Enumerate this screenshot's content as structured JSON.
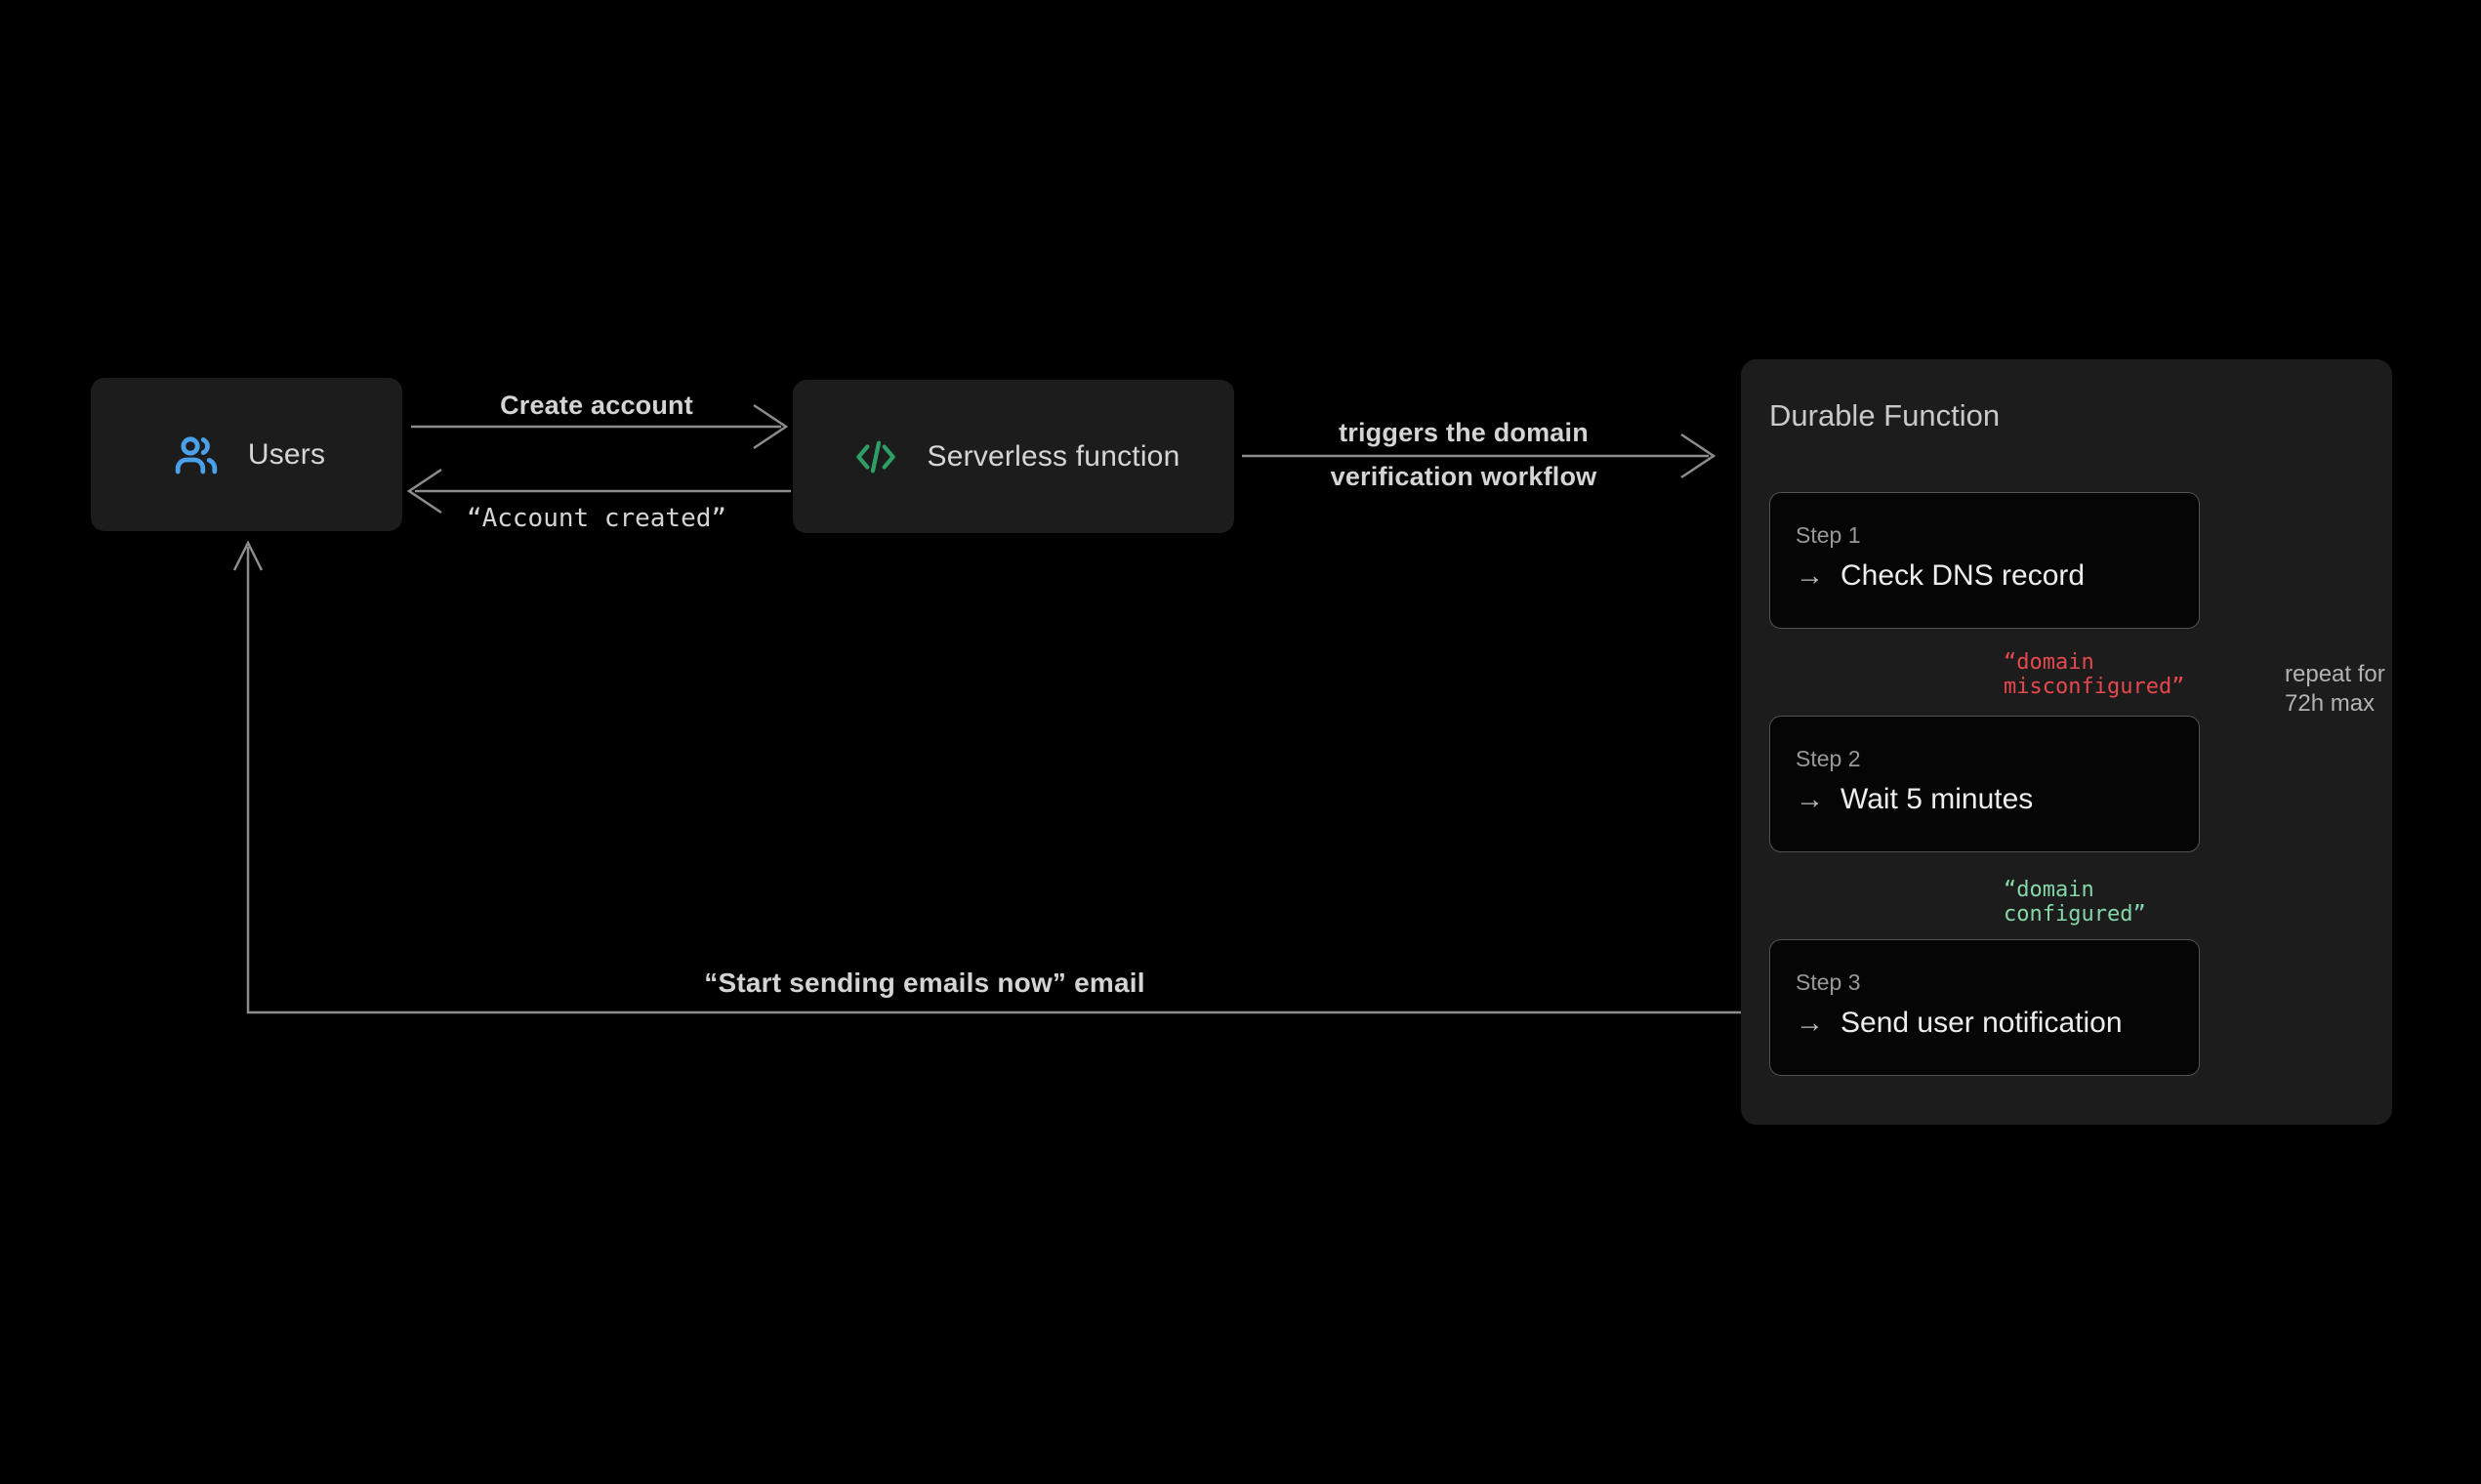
{
  "colors": {
    "background": "#000000",
    "box_fill": "#1c1c1c",
    "step_fill": "#050505",
    "step_border": "#525252",
    "line_gray": "#8c8c8c",
    "blue_icon": "#4ba0ea",
    "green_icon": "#2e9e66",
    "red_text": "#e5484d",
    "green_text": "#86d7a8",
    "label_text": "#d4d4d4"
  },
  "users_box": {
    "label": "Users"
  },
  "serverless_box": {
    "label": "Serverless function"
  },
  "flows": {
    "create_label": "Create account",
    "account_created_label": "“Account created”",
    "trigger_line1": "triggers the domain",
    "trigger_line2": "verification workflow",
    "email_label": "“Start sending emails now” email",
    "repeat_line1": "repeat for",
    "repeat_line2": "72h max",
    "misconfigured_line1": "“domain",
    "misconfigured_line2": "misconfigured”",
    "configured_line1": "“domain",
    "configured_line2": "configured”"
  },
  "durable_panel": {
    "title": "Durable Function",
    "step_arrow": "→",
    "steps": [
      {
        "label": "Step 1",
        "action": "Check DNS record"
      },
      {
        "label": "Step 2",
        "action": "Wait 5 minutes"
      },
      {
        "label": "Step 3",
        "action": "Send user notification"
      }
    ]
  }
}
